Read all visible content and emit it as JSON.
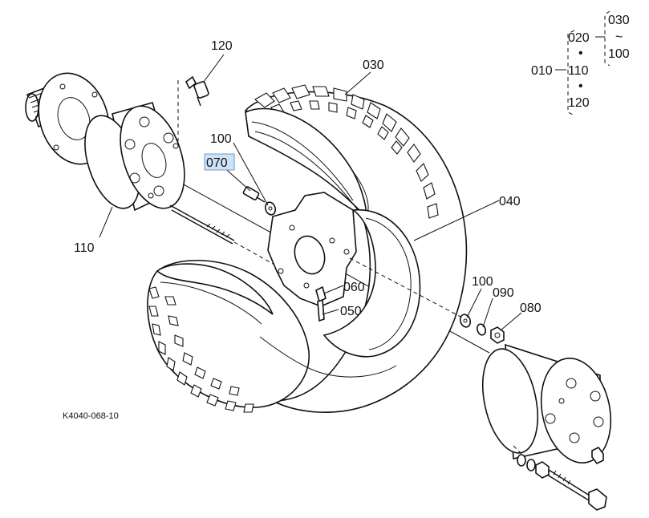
{
  "diagram": {
    "drawing_code": "K4040-068-10",
    "callouts": {
      "p010": "010",
      "p020": "020",
      "p030": "030",
      "p040": "040",
      "p050": "050",
      "p060": "060",
      "p070": "070",
      "p080": "080",
      "p090": "090",
      "p100a": "100",
      "p100b": "100",
      "p110": "110",
      "p120": "120"
    },
    "tree": {
      "root": "010",
      "n020": "020",
      "n110": "110",
      "n120": "120",
      "n030": "030",
      "n100": "100",
      "dot": "•",
      "tilde": "~"
    },
    "highlighted_callout": "070",
    "colors": {
      "line": "#111111",
      "highlight_fill": "#cfe3f7",
      "highlight_border": "#6f98c8",
      "background": "#ffffff"
    }
  }
}
